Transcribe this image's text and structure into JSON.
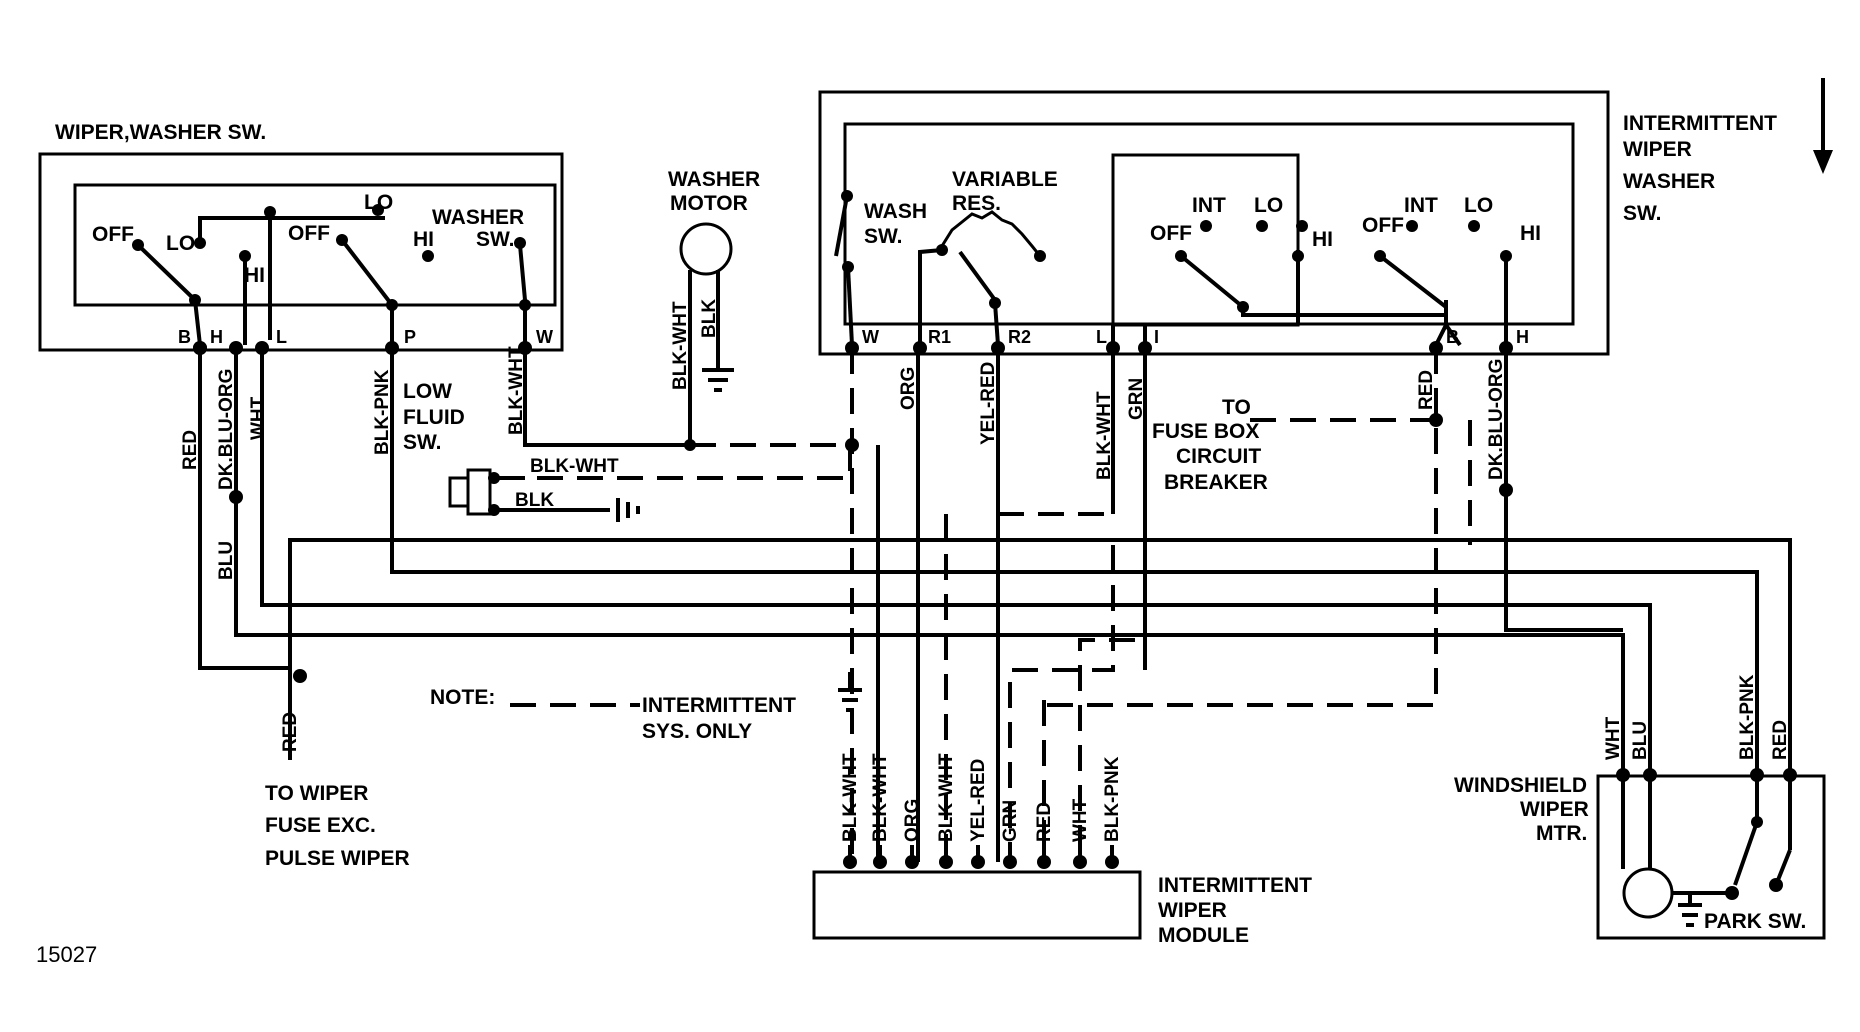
{
  "figure_number": "15027",
  "components": {
    "wiper_washer_switch": {
      "title": "WIPER,WASHER SW.",
      "positions": [
        "OFF",
        "LO",
        "HI",
        "OFF",
        "LO",
        "HI",
        "WASHER",
        "SW."
      ],
      "terminals": [
        "B",
        "H",
        "L",
        "P",
        "W"
      ]
    },
    "washer_motor": {
      "label_line1": "WASHER",
      "label_line2": "MOTOR"
    },
    "intermittent_switch": {
      "title_lines": [
        "INTERMITTENT",
        "WIPER",
        "WASHER",
        "SW."
      ],
      "wash_sw": [
        "WASH",
        "SW."
      ],
      "variable_res": [
        "VARIABLE",
        "RES."
      ],
      "positions": [
        "OFF",
        "INT",
        "LO",
        "HI",
        "OFF",
        "INT",
        "LO",
        "HI"
      ],
      "terminals": [
        "W",
        "R1",
        "R2",
        "L",
        "I",
        "B",
        "H"
      ]
    },
    "low_fluid_switch": [
      "LOW",
      "FLUID",
      "SW."
    ],
    "fuse_box": [
      "TO",
      "FUSE BOX",
      "CIRCUIT",
      "BREAKER"
    ],
    "to_wiper_fuse": [
      "TO WIPER",
      "FUSE EXC.",
      "PULSE WIPER"
    ],
    "note": {
      "label": "NOTE:",
      "text_line1": "INTERMITTENT",
      "text_line2": "SYS.  ONLY"
    },
    "intermittent_module": [
      "INTERMITTENT",
      "WIPER",
      "MODULE"
    ],
    "windshield_motor": [
      "WINDSHIELD",
      "WIPER",
      "MTR."
    ],
    "park_sw": "PARK SW."
  },
  "wire_colors": {
    "red": "RED",
    "dk_blu_org": "DK.BLU-ORG",
    "wht": "WHT",
    "blk_pnk": "BLK-PNK",
    "blk_wht": "BLK-WHT",
    "blk": "BLK",
    "blu": "BLU",
    "org": "ORG",
    "yel_red": "YEL-RED",
    "grn": "GRN"
  },
  "module_pins": [
    "BLK-WHT",
    "BLK-WHT",
    "ORG",
    "BLK-WHT",
    "YEL-RED",
    "GRN",
    "RED",
    "WHT",
    "BLK-PNK"
  ],
  "motor_wires": [
    "WHT",
    "BLU",
    "BLK-PNK",
    "RED"
  ],
  "arrow_icon": "down-arrow-icon"
}
